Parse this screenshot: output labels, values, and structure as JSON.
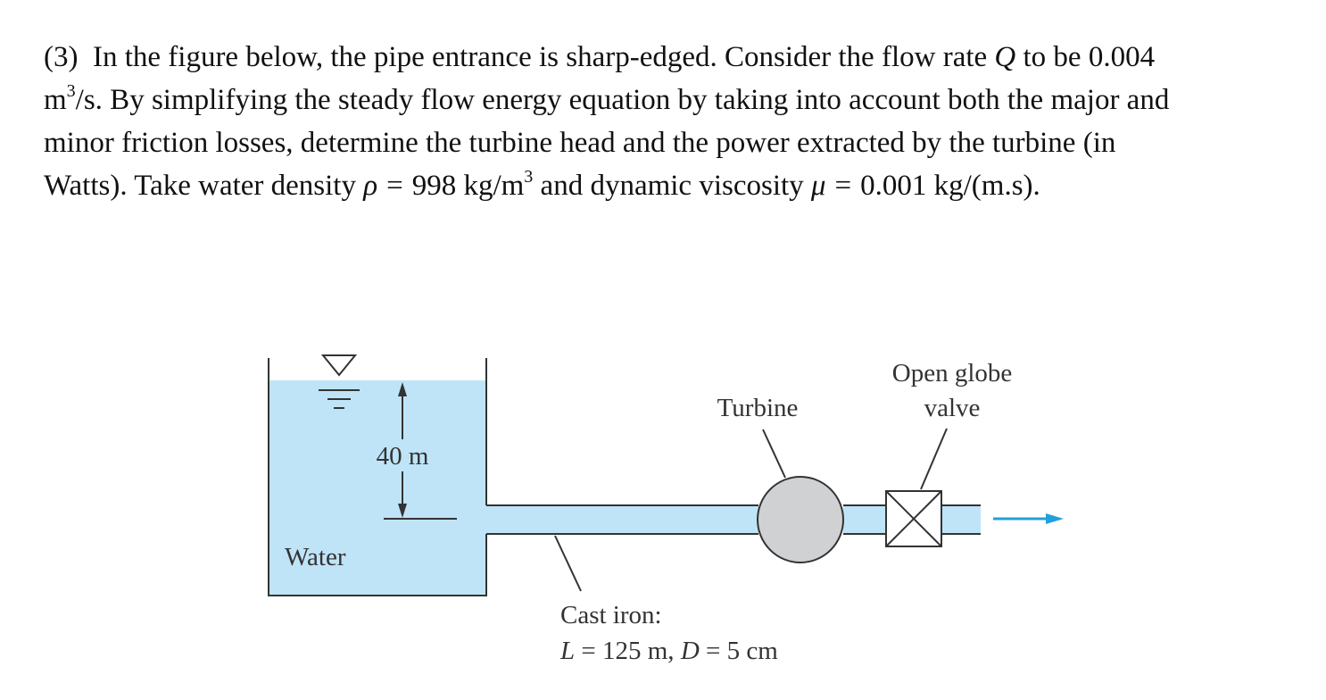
{
  "problem": {
    "number": "(3)",
    "line1_a": "In the figure below, the pipe entrance is sharp-edged. Consider the flow rate",
    "flow_symbol": "Q",
    "line1_b": "to be 0.004",
    "line2_unit": "m",
    "line2_exp": "3",
    "line2_rest": "/s. By simplifying the steady flow energy equation by taking into account both the major and",
    "line3": "minor friction losses, determine the turbine head and the power extracted by the turbine (in",
    "line4_a": "Watts). Take water density",
    "rho_symbol": "ρ",
    "equals": "=",
    "line4_b": "998 kg/m",
    "line4_exp": "3",
    "line4_c": "and dynamic viscosity",
    "mu_symbol": "μ",
    "line4_d": "0.001 kg/(m.s)."
  },
  "figure": {
    "height_label": "40 m",
    "water_label": "Water",
    "turbine_label": "Turbine",
    "valve_label_1": "Open globe",
    "valve_label_2": "valve",
    "pipe_label_1": "Cast iron:",
    "pipe_L": "L",
    "pipe_eq1": " = 125 m, ",
    "pipe_D": "D",
    "pipe_eq2": " = 5 cm",
    "colors": {
      "water": "#bfe4f7",
      "turbine": "#cfd1d3",
      "arrow": "#23a0dc",
      "outline": "#333333"
    }
  }
}
